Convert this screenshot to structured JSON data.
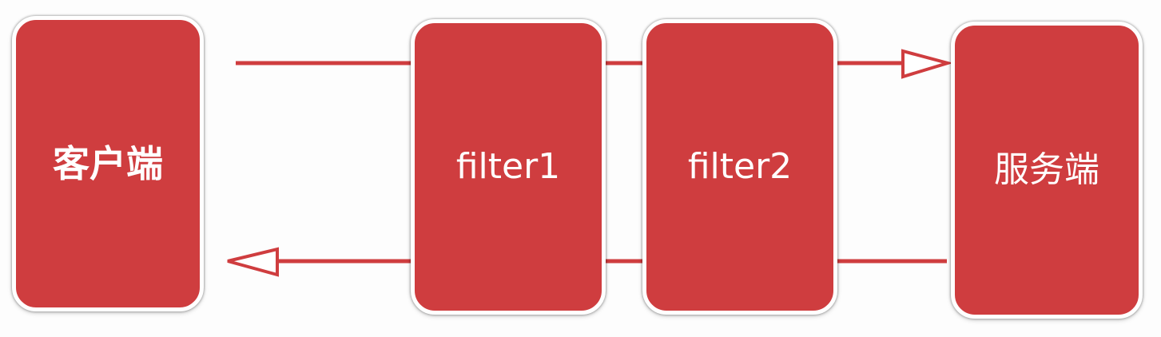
{
  "diagram": {
    "nodes": {
      "client": {
        "label": "客户端"
      },
      "filter1": {
        "label": "filter1"
      },
      "filter2": {
        "label": "filter2"
      },
      "server": {
        "label": "服务端"
      }
    },
    "edges": [
      {
        "from": "client",
        "to": "server",
        "via": [
          "filter1",
          "filter2"
        ],
        "direction": "request"
      },
      {
        "from": "server",
        "to": "client",
        "via": [
          "filter2",
          "filter1"
        ],
        "direction": "response"
      }
    ],
    "colors": {
      "node_fill": "#cf3d3f",
      "line": "#cf3d3f",
      "text": "#ffffff"
    }
  }
}
